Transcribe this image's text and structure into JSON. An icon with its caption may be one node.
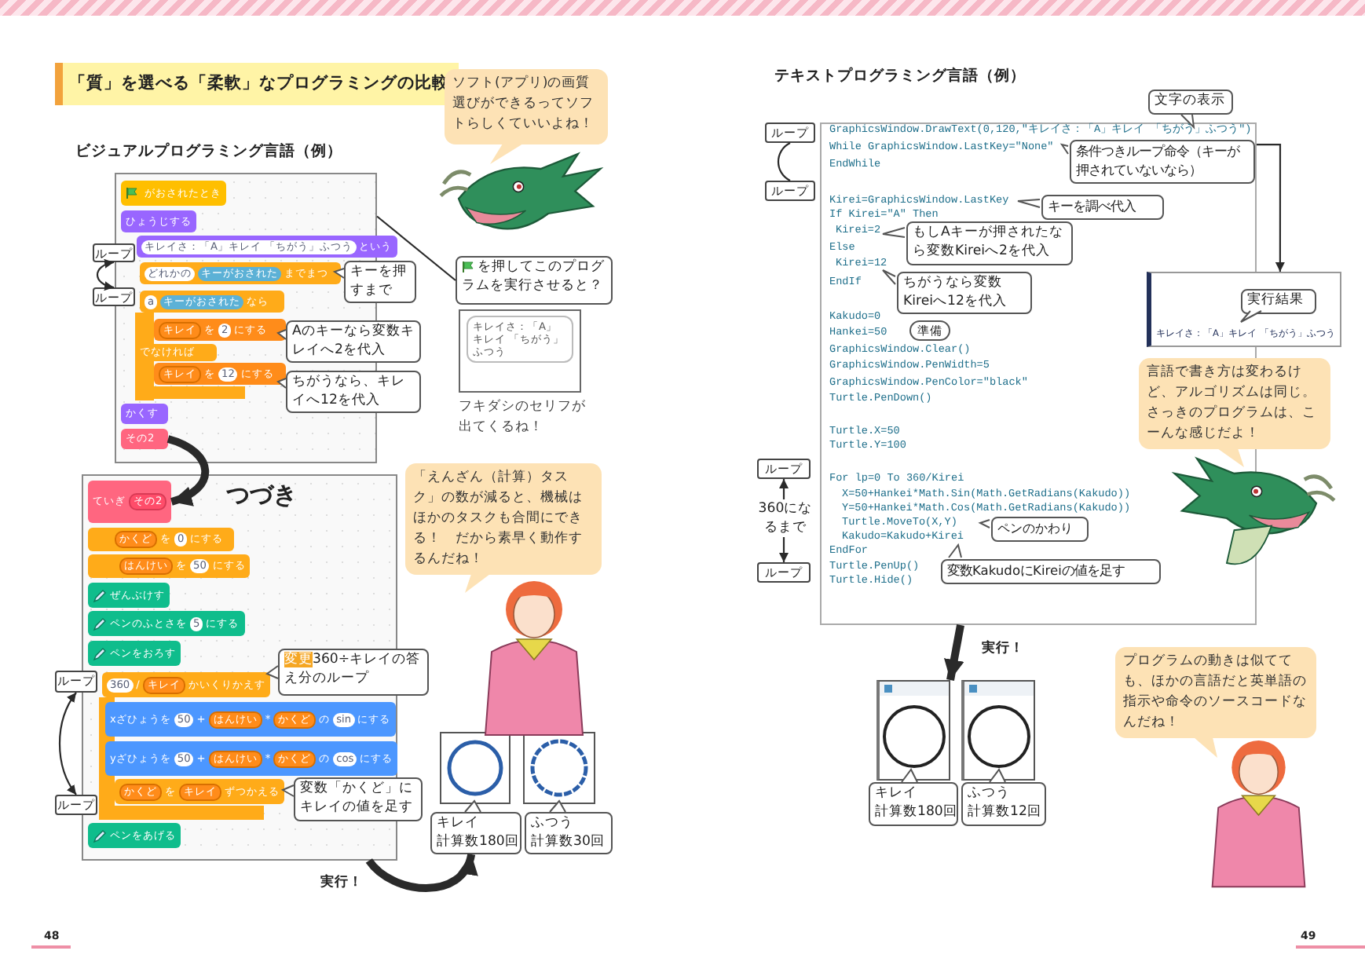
{
  "diagram": {
    "title": "「質」を選べる「柔軟」なプログラミングの比較",
    "nodes": [
      {
        "text": [],
        "shape": "box"
      },
      {
        "text": [
          "がおされたとき"
        ],
        "in": 0
      },
      {
        "text": [
          "ひょうじする"
        ],
        "in": 0
      },
      {
        "text": [
          "キレイさ：「A」キレイ 「ちがう」ふつう",
          "という"
        ],
        "in": 0
      },
      {
        "text": [
          "どれかの",
          "キーがおされた",
          "までまつ"
        ],
        "in": 0
      },
      {
        "text": [
          "a",
          "キーがおされた",
          "なら"
        ],
        "in": 0
      },
      {
        "text": [
          "キレイ",
          "を",
          "2",
          "にする"
        ],
        "in": 0
      },
      {
        "text": [
          "でなければ"
        ],
        "in": 0
      },
      {
        "text": [
          "キレイ",
          "を",
          "12",
          "にする"
        ],
        "in": 0
      },
      {
        "text": [
          "かくす"
        ],
        "in": 0
      },
      {
        "text": [
          "その2"
        ],
        "in": 0
      },
      {
        "text": [
          "ループ"
        ]
      },
      {
        "text": [
          "ループ"
        ]
      },
      {
        "text": [
          "キーを押すまで"
        ]
      },
      {
        "text": [
          "Aのキーなら変数キレイへ2を代入"
        ]
      },
      {
        "text": [
          "ちがうなら、キレイへ12を代入"
        ]
      },
      {
        "text": [
          "ソフト(アプリ)の画質選びができるってソフトらしくていいよね！"
        ]
      },
      {
        "text": [
          "を押してこのプログラムを実行させると？"
        ]
      },
      {
        "text": [
          "キレイさ：「A」キレイ 「ちがう」ふつう"
        ],
        "beside": [
          "フキダシのセリフが出てくるね！"
        ]
      },
      {
        "text": [
          "つづき"
        ]
      },
      {
        "text": [
          "ていぎ",
          "その2"
        ],
        "in": 19
      },
      {
        "text": [
          "かくど",
          "を",
          "0",
          "にする"
        ],
        "in": 19
      },
      {
        "text": [
          "はんけい",
          "を",
          "50",
          "にする"
        ],
        "in": 19
      },
      {
        "text": [
          "ぜんぶけす"
        ],
        "in": 19
      },
      {
        "text": [
          "ペンのふとさを",
          "5",
          "にする"
        ],
        "in": 19
      },
      {
        "text": [
          "ペンをおろす"
        ],
        "in": 19
      },
      {
        "text": [
          "360",
          "/",
          "キレイ",
          "かいくりかえす"
        ],
        "in": 19
      },
      {
        "text": [
          "xざひょうを",
          "50",
          "+",
          "はんけい",
          "*",
          "かくど",
          "の",
          "sin",
          "にする"
        ],
        "in": 19
      },
      {
        "text": [
          "yざひょうを",
          "50",
          "+",
          "はんけい",
          "*",
          "かくど",
          "の",
          "cos",
          "にする"
        ],
        "in": 19
      },
      {
        "text": [
          "かくど",
          "を",
          "キレイ",
          "ずつかえる"
        ],
        "in": 19
      },
      {
        "text": [
          "ペンをあげる"
        ],
        "in": 19
      },
      {
        "text": [
          "ループ"
        ]
      },
      {
        "text": [
          "ループ"
        ]
      },
      {
        "text": [
          "変更",
          "360÷キレイの答え分のループ"
        ]
      },
      {
        "text": [
          "変数「かくど」にキレイの値を足す"
        ]
      },
      {
        "text": [
          "「えんざん（計算）タスク」の数が減ると、機械はほかのタスクも合間にできる！　だから素早く動作するんだね！"
        ]
      },
      {
        "text": [],
        "shape": "picture"
      },
      {
        "text": [],
        "shape": "picture"
      },
      {
        "text": [
          "キレイ",
          "計算数180回"
        ]
      },
      {
        "text": [
          "ふつう",
          "計算数30回"
        ]
      },
      {
        "text": [
          "GraphicsWindow.DrawText(0,120,\"キレイさ：「A」キレイ 「ちがう」ふつう\")",
          "While GraphicsWindow.LastKey=\"None\"",
          "EndWhile",
          "Kirei=GraphicsWindow.LastKey",
          "If Kirei=\"A\" Then",
          "Kirei=2",
          "Else",
          "Kirei=12",
          "EndIf",
          "Kakudo=0",
          "Hankei=50",
          "GraphicsWindow.Clear()",
          "GraphicsWindow.PenWidth=5",
          "GraphicsWindow.PenColor=\"black\"",
          "Turtle.PenDown()",
          "Turtle.X=50",
          "Turtle.Y=100",
          "For lp=0 To 360/Kirei",
          "X=50+Hankei*Math.Sin(Math.GetRadians(Kakudo))",
          "Y=50+Hankei*Math.Cos(Math.GetRadians(Kakudo))",
          "Turtle.MoveTo(X,Y)",
          "Kakudo=Kakudo+Kirei",
          "EndFor",
          "Turtle.PenUp()",
          "Turtle.Hide()"
        ]
      },
      {
        "text": [
          "ループ"
        ]
      },
      {
        "text": [
          "ループ"
        ]
      },
      {
        "text": [
          "ループ"
        ]
      },
      {
        "text": [
          "ループ"
        ]
      },
      {
        "text": [
          "文字の表示"
        ]
      },
      {
        "text": [
          "条件つきループ命令（キーが押されていないなら）"
        ],
        "in": 40
      },
      {
        "text": [
          "キーを調べ代入"
        ],
        "in": 40
      },
      {
        "text": [
          "もしAキーが押されたなら変数Kireiへ2を代入"
        ],
        "in": 40
      },
      {
        "text": [
          "ちがうなら変数Kireiへ12を代入"
        ],
        "in": 40
      },
      {
        "text": [
          "準備"
        ],
        "in": 40
      },
      {
        "text": [
          "ペンのかわり"
        ],
        "in": 40
      },
      {
        "text": [
          "変数KakudoにKireiの値を足す"
        ],
        "in": 40
      },
      {
        "text": [
          "キレイさ：「A」キレイ 「ちがう」ふつう"
        ]
      },
      {
        "text": [
          "実行結果"
        ],
        "in": 53
      },
      {
        "text": [
          "言語で書き方は変わるけど、アルゴリズムは同じ。さっきのプログラムは、こーんな感じだよ！"
        ]
      },
      {
        "text": [],
        "shape": "picture"
      },
      {
        "text": [],
        "shape": "picture"
      },
      {
        "text": [
          "キレイ",
          "計算数180回"
        ]
      },
      {
        "text": [
          "ふつう",
          "計算数12回"
        ]
      },
      {
        "text": [
          "プログラムの動きは似てても、ほかの言語だと英単語の指示や命令のソースコードなんだね！"
        ]
      }
    ],
    "edges": [
      {
        "from": 11,
        "to": 12,
        "arrow": "both"
      },
      {
        "from": 0,
        "to": 17,
        "arrow": "none"
      },
      {
        "from": 10,
        "to": 20,
        "arrow": "to",
        "style": "thick"
      },
      {
        "from": 31,
        "to": 32,
        "arrow": "both"
      },
      {
        "from": 19,
        "to": 38,
        "arrow": "to",
        "style": "thick",
        "label": "実行！"
      },
      {
        "from": 41,
        "to": 42,
        "arrow": "none"
      },
      {
        "from": 40,
        "to": 53,
        "arrow": "to"
      },
      {
        "from": 43,
        "to": 44,
        "arrow": "both",
        "label": "360になるまで"
      },
      {
        "from": 40,
        "to": 56,
        "arrow": "to",
        "style": "thick",
        "label": "実行！"
      }
    ],
    "labels": [
      "ビジュアルプログラミング言語（例）",
      "テキストプログラミング言語（例）",
      "48",
      "49"
    ]
  }
}
